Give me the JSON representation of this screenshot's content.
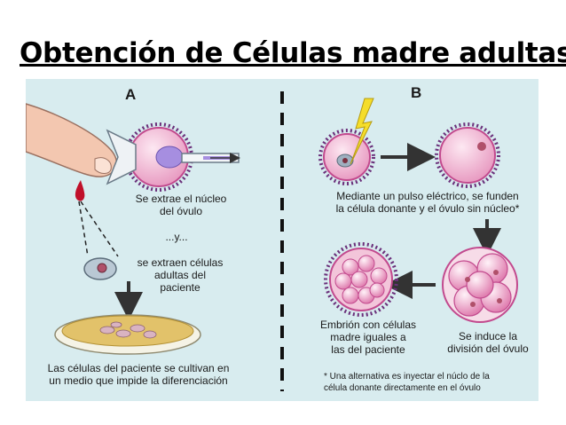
{
  "title": "Obtención de Células madre adultas:",
  "panel_a": {
    "letter": "A",
    "step1": "Se extrae el núcleo\ndel óvulo",
    "connector": "...y...",
    "step2": "se extraen células\nadultas del\npaciente",
    "step3": "Las células del paciente se cultivan en\nun medio que impide la diferenciación"
  },
  "panel_b": {
    "letter": "B",
    "step1": "Mediante un pulso eléctrico, se funden\nla célula donante y el óvulo sin núcleo*",
    "step2": "Se induce la\ndivisión del óvulo",
    "step3": "Embrión con células\nmadre iguales a\nlas del paciente",
    "footnote": "* Una alternativa es inyectar el núclo de la\ncélula donante directamente en el óvulo"
  },
  "colors": {
    "panel_bg": "#d8ecef",
    "cell_membrane": "#c24a8e",
    "cell_fill": "#f4c6dd",
    "nucleus": "#a68ee0",
    "blood": "#c0102a"
  }
}
